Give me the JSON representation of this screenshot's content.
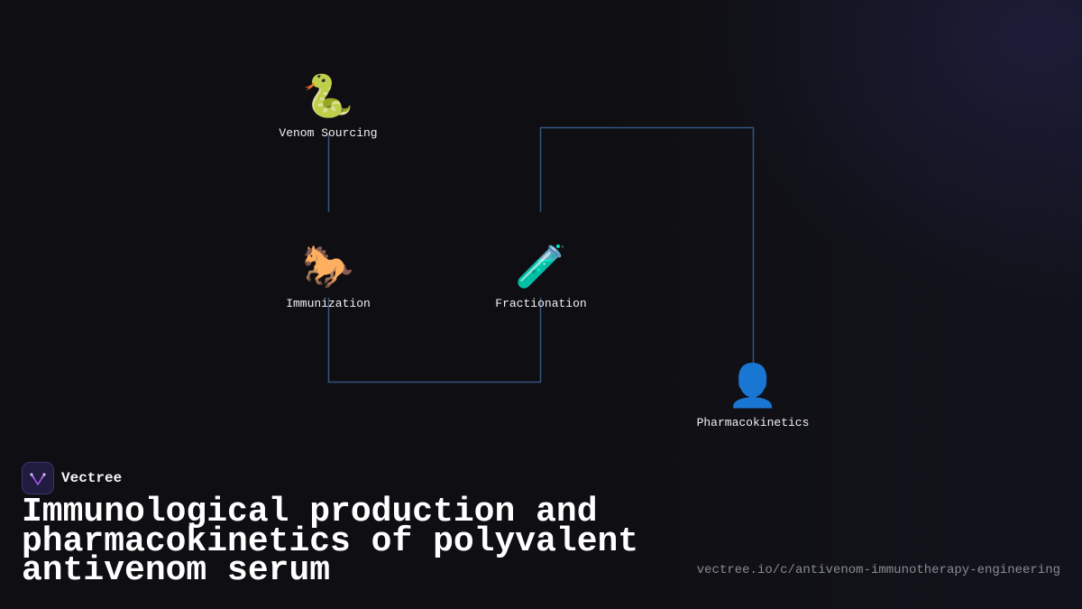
{
  "brand": {
    "name": "Vectree",
    "logo_icon": "vectree-logo-icon"
  },
  "title": "Immunological production and pharmacokinetics of polyvalent antivenom serum",
  "url": "vectree.io/c/antivenom-immunotherapy-engineering",
  "colors": {
    "background": "#0f0f13",
    "connector": "#34557f",
    "logo_bg": "#1f1c3f",
    "logo_accent": "#a855f7"
  },
  "diagram": {
    "nodes": [
      {
        "id": "venom-sourcing",
        "label": "Venom Sourcing",
        "emoji": "🐍",
        "icon": "snake-icon"
      },
      {
        "id": "immunization",
        "label": "Immunization",
        "emoji": "🐎",
        "icon": "horse-icon"
      },
      {
        "id": "fractionation",
        "label": "Fractionation",
        "emoji": "🧪",
        "icon": "test-tube-icon"
      },
      {
        "id": "pharmacokinetics",
        "label": "Pharmacokinetics",
        "emoji": "👤",
        "icon": "person-icon"
      }
    ],
    "edges": [
      {
        "from": "venom-sourcing",
        "to": "immunization"
      },
      {
        "from": "immunization",
        "to": "fractionation"
      },
      {
        "from": "fractionation",
        "to": "pharmacokinetics"
      }
    ]
  }
}
